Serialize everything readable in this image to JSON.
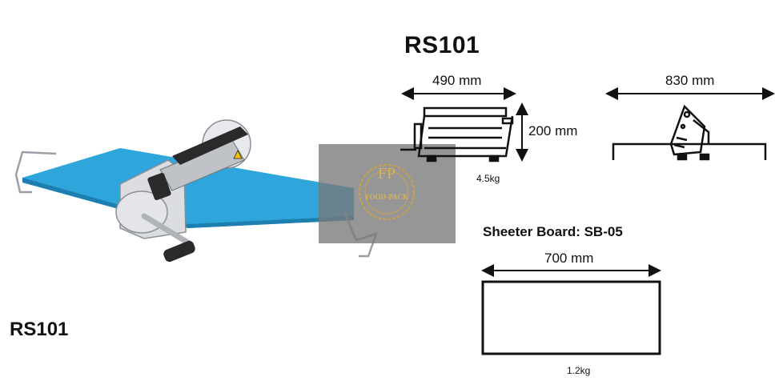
{
  "model_title": "RS101",
  "model_label": "RS101",
  "dimensions": {
    "width_front": "490 mm",
    "height": "200 mm",
    "width_side": "830 mm",
    "weight_machine": "4.5kg"
  },
  "sheeter_board": {
    "title": "Sheeter Board: SB-05",
    "width": "700 mm",
    "weight": "1.2kg"
  },
  "watermark": {
    "monogram": "FP",
    "brand": "FOOD-PACK"
  },
  "colors": {
    "board_blue": "#2ea6dc",
    "line": "#111111",
    "watermark_gray": "#7a7a7a",
    "gold": "#c9a24a"
  }
}
